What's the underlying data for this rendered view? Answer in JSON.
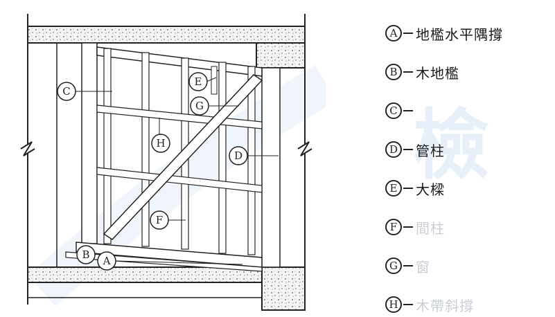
{
  "legend": [
    {
      "letter": "A",
      "text": "地檻水平隅撐"
    },
    {
      "letter": "B",
      "text": "木地檻"
    },
    {
      "letter": "C",
      "text": ""
    },
    {
      "letter": "D",
      "text": "管柱"
    },
    {
      "letter": "E",
      "text": "大樑"
    },
    {
      "letter": "F",
      "text": "間柱"
    },
    {
      "letter": "G",
      "text": "窗"
    },
    {
      "letter": "H",
      "text": "木帶斜撐"
    }
  ],
  "diagram_labels": [
    "A",
    "B",
    "C",
    "D",
    "E",
    "F",
    "G",
    "H"
  ],
  "watermark": {
    "text": "檢",
    "color": "#78aadc"
  }
}
